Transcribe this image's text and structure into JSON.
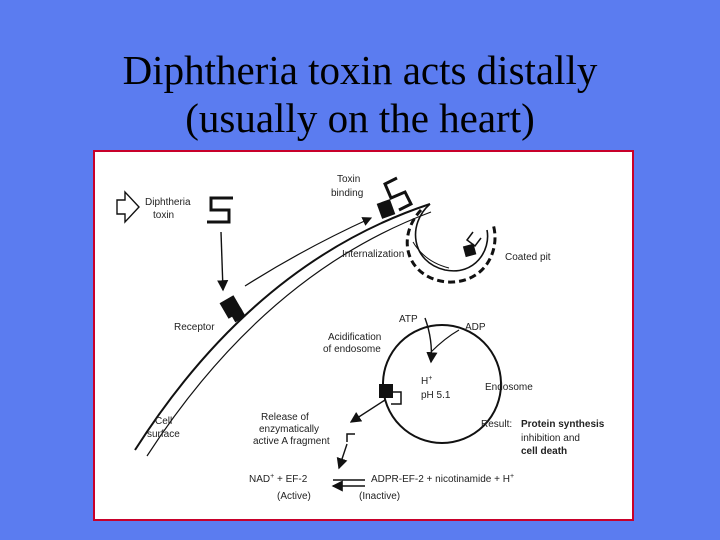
{
  "slide": {
    "title_line1": "Diphtheria toxin acts distally",
    "title_line2": "(usually on the heart)"
  },
  "diagram": {
    "diphtheria_toxin_line1": "Diphtheria",
    "diphtheria_toxin_line2": "toxin",
    "toxin_binding_line1": "Toxin",
    "toxin_binding_line2": "binding",
    "internalization": "Internalization",
    "coated_pit": "Coated pit",
    "receptor": "Receptor",
    "atp": "ATP",
    "adp": "ADP",
    "acidification_line1": "Acidification",
    "acidification_line2": "of endosome",
    "h_plus": "H",
    "h_plus_sup": "+",
    "ph": "pH 5.1",
    "endosome": "Endosome",
    "cell_surface_line1": "Cell",
    "cell_surface_line2": "surface",
    "release_line1": "Release of",
    "release_line2": "enzymatically",
    "release_line3": "active A fragment",
    "result_prefix": "Result:",
    "result_line1": "Protein synthesis",
    "result_line2": "inhibition and",
    "result_line3": "cell death",
    "reaction_left": "NAD",
    "reaction_left_sup": "+",
    "reaction_left_rest": " + EF-2",
    "reaction_right": "ADPR-EF-2 + nicotinamide + H",
    "reaction_right_sup": "+",
    "active_label": "(Active)",
    "inactive_label": "(Inactive)"
  }
}
